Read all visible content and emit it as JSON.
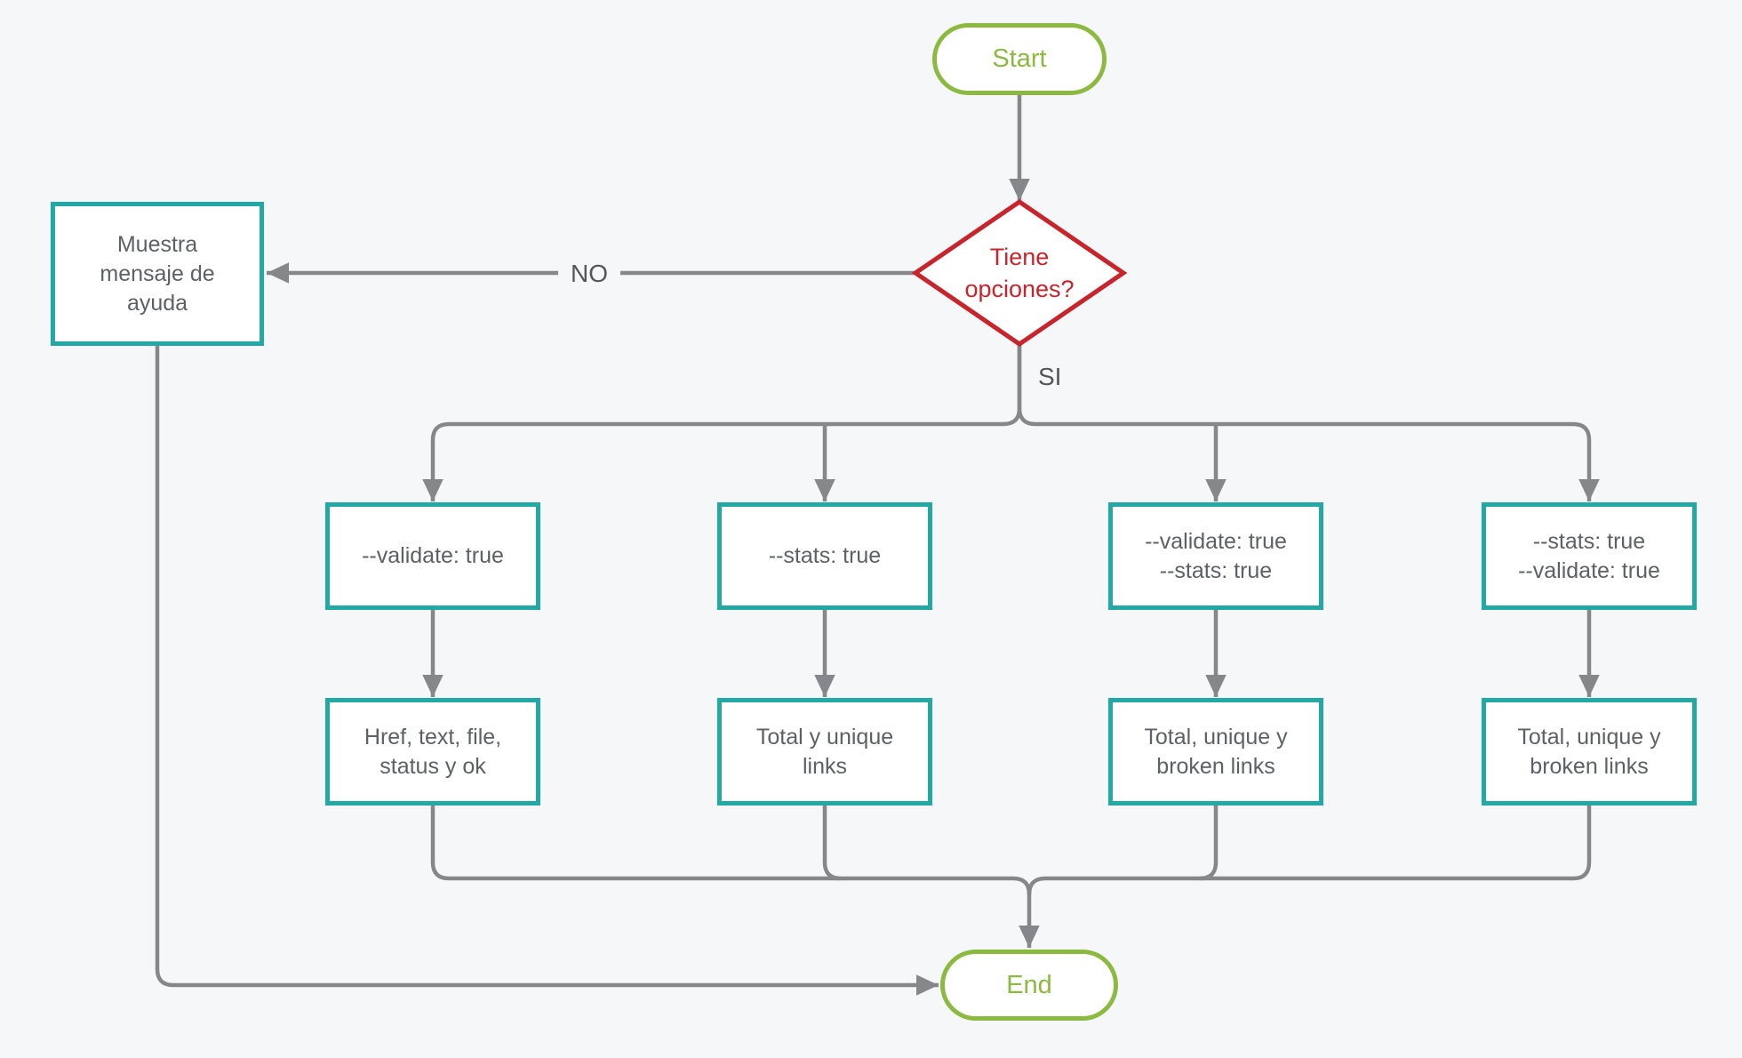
{
  "colors": {
    "bg": "#F6F7F9",
    "green": "#8CBA41",
    "red": "#C8242C",
    "teal": "#23A9A5",
    "line": "#85878A",
    "text": "#5D6165",
    "label": "#53575B"
  },
  "nodes": {
    "start": {
      "label": "Start"
    },
    "decision": {
      "label": "Tiene\nopciones?"
    },
    "help": {
      "label": "Muestra\nmensaje de\nayuda"
    },
    "opt_validate": {
      "label": "--validate: true"
    },
    "opt_stats": {
      "label": "--stats: true"
    },
    "opt_validate_stats": {
      "label": "--validate: true\n--stats: true"
    },
    "opt_stats_validate": {
      "label": "--stats: true\n--validate: true"
    },
    "out_validate": {
      "label": "Href, text, file,\nstatus y ok"
    },
    "out_stats": {
      "label": "Total y unique\nlinks"
    },
    "out_validate_stats": {
      "label": "Total, unique y\nbroken links"
    },
    "out_stats_validate": {
      "label": "Total, unique y\nbroken links"
    },
    "end": {
      "label": "End"
    }
  },
  "edge_labels": {
    "no": "NO",
    "si": "SI"
  }
}
